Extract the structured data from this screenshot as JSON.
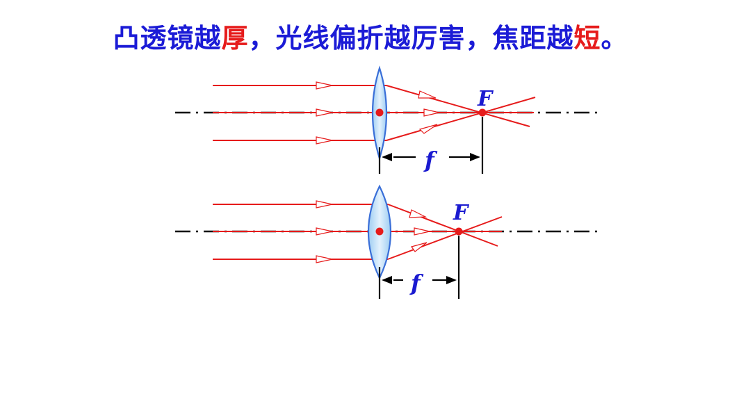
{
  "title": {
    "part1": "凸透镜越",
    "em1": "厚",
    "part2": "，光线偏折越厉害，焦距越",
    "em2": "短",
    "part3": "。"
  },
  "diagrams": [
    {
      "lens": "thin",
      "focus_label": "F",
      "focal_length_label": "f"
    },
    {
      "lens": "thick",
      "focus_label": "F",
      "focal_length_label": "f"
    }
  ],
  "colors": {
    "title": "#1b1bd6",
    "emphasis": "#e61b1b",
    "ray": "#e61b1b",
    "lens_fill": "#bfe0f7",
    "lens_stroke": "#3a6fd8",
    "label": "#1a1ad0",
    "axis": "#000000"
  }
}
